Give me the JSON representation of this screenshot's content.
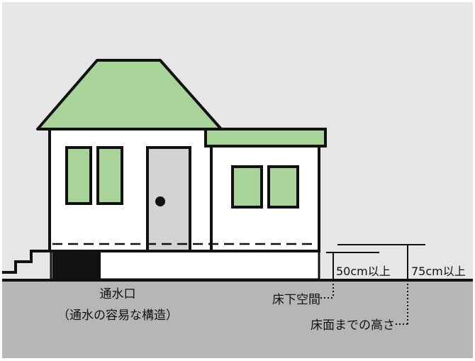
{
  "colors": {
    "sky": "#e6e6e7",
    "ground": "#b6b6b8",
    "roof": "#a8d49a",
    "wall": "#ffffff",
    "door": "#d2d3d5",
    "window": "#a8d49a",
    "outline": "#111111"
  },
  "labels": {
    "vent_title": "通水口",
    "vent_note": "（通水の容易な構造）",
    "crawl_space": "床下空間",
    "floor_height": "床面までの高さ",
    "dim_50": "50cm以上",
    "dim_75": "75cm以上"
  }
}
